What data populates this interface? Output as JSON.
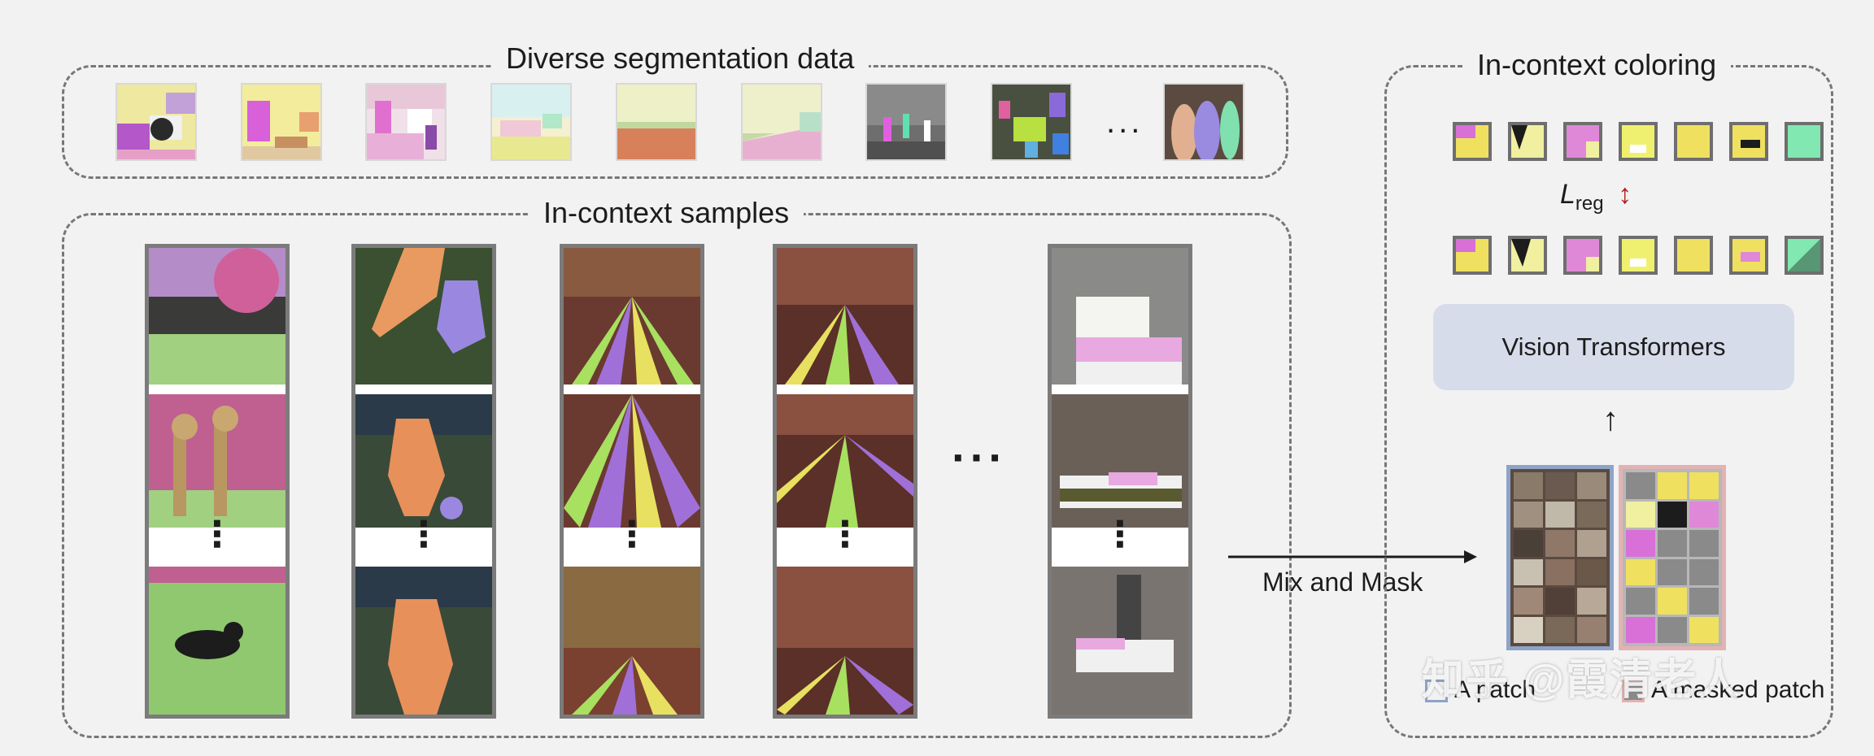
{
  "panels": {
    "diverse_title": "Diverse segmentation data",
    "samples_title": "In-context samples",
    "coloring_title": "In-context coloring"
  },
  "ellipsis_h": "...",
  "ellipsis_mid": "···",
  "vertical_dots": "⋮",
  "loss": {
    "symbol": "L",
    "subscript": "reg",
    "arrow": "↕"
  },
  "vit_label": "Vision Transformers",
  "up_arrow": "↑",
  "mix_mask_label": "Mix and Mask",
  "legend": {
    "patch": "A patch",
    "masked": "A masked patch"
  },
  "watermark": "知乎 @霞清老人",
  "colors": {
    "border": "#777777",
    "vit_fill": "#d7dcea",
    "loss_arrow": "#b22222",
    "image_frame_blue": "#8ea3c8",
    "image_frame_pink": "#e3b2b2"
  }
}
